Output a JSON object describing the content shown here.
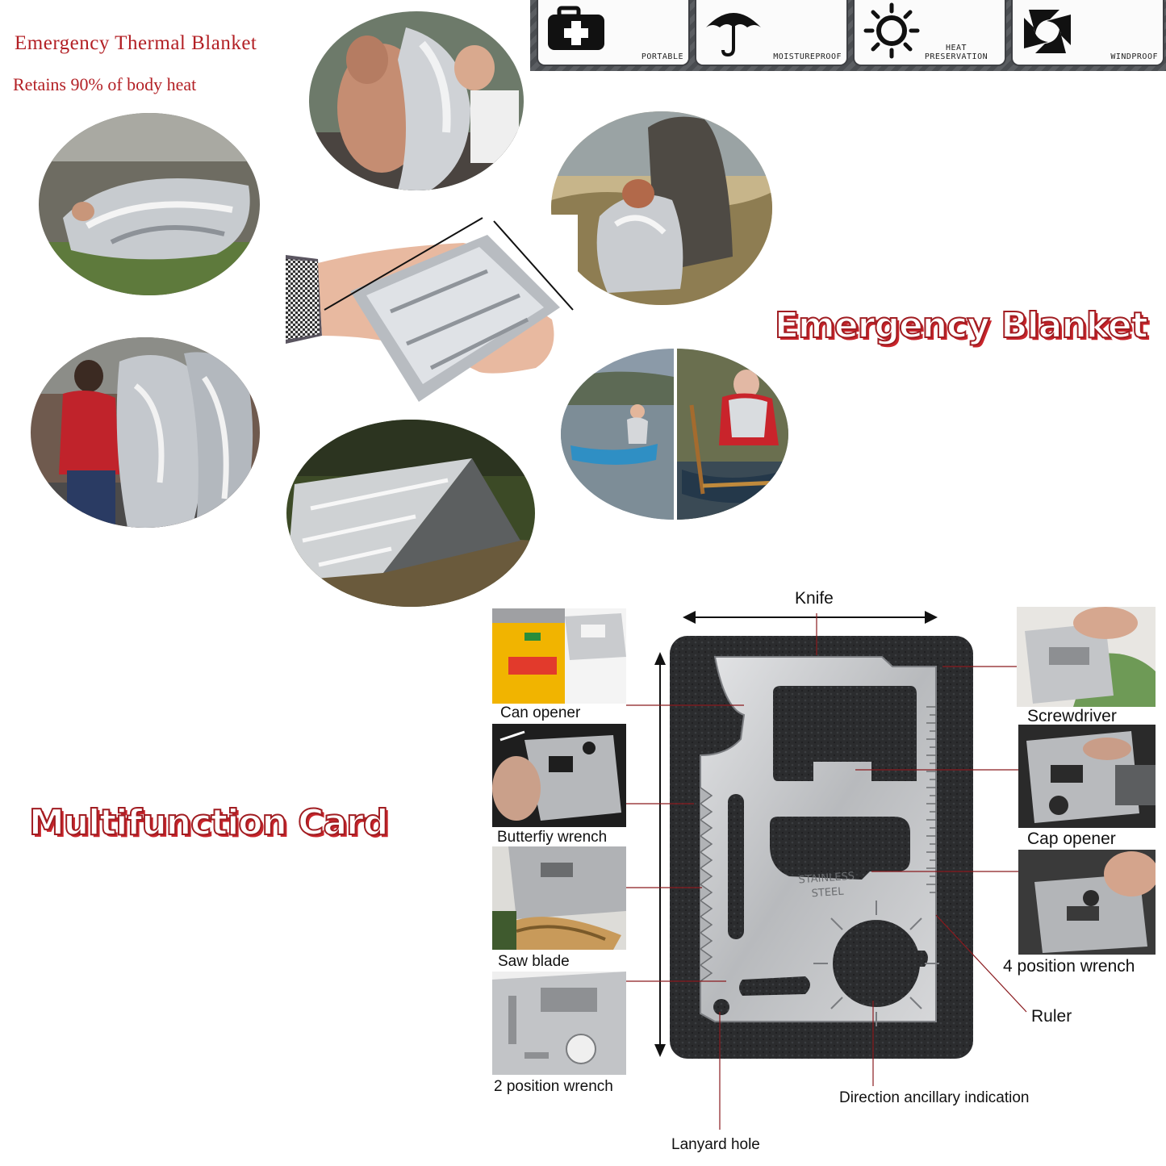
{
  "blanket": {
    "heading": "Emergency Thermal Blanket",
    "subheading": "Retains 90% of body heat",
    "title": "Emergency Blanket"
  },
  "features": [
    {
      "label": "PORTABLE",
      "icon": "first-aid-kit-icon"
    },
    {
      "label": "MOISTUREPROOF",
      "icon": "umbrella-icon"
    },
    {
      "label": "HEAT PRESERVATION",
      "icon": "sun-icon"
    },
    {
      "label": "WINDPROOF",
      "icon": "wind-icon"
    }
  ],
  "card": {
    "title": "Multifunction Card",
    "engraving": "STAINLESS STEEL",
    "labels": {
      "knife": "Knife",
      "can_opener": "Can opener",
      "butterfly_wrench": "Butterfiy wrench",
      "saw_blade": "Saw blade",
      "two_position_wrench": "2 position wrench",
      "screwdriver": "Screwdriver",
      "cap_opener": "Cap opener",
      "four_position_wrench": "4 position wrench",
      "ruler": "Ruler",
      "direction_indication": "Direction ancillary indication",
      "lanyard_hole": "Lanyard hole"
    }
  },
  "colors": {
    "accent_red": "#b32025",
    "strip_gray": "#55585c",
    "card_black": "#2a2b2d",
    "steel": "#c9cacc"
  }
}
